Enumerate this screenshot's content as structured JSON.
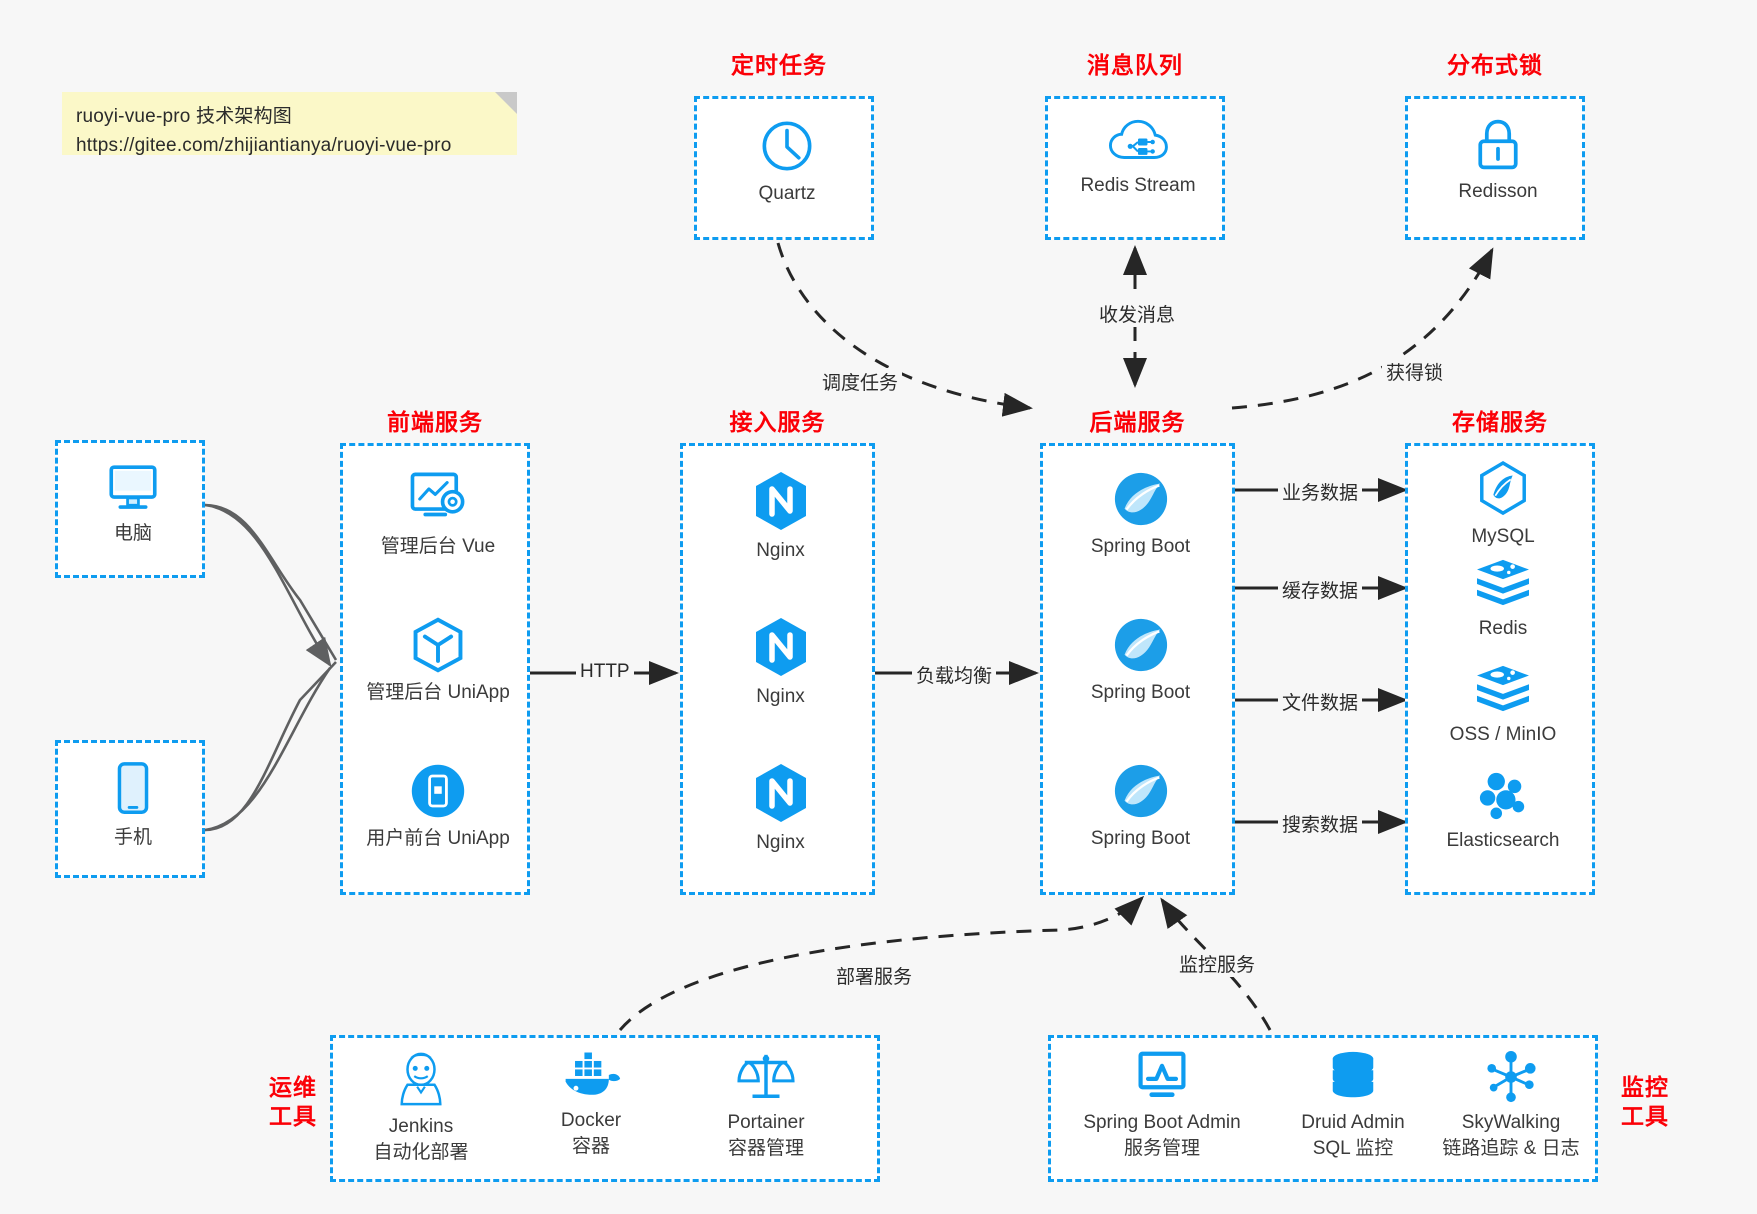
{
  "note": {
    "line1": "ruoyi-vue-pro 技术架构图",
    "line2": "https://gitee.com/zhijiantianya/ruoyi-vue-pro"
  },
  "colors": {
    "accent_blue": "#0e9cf0",
    "caption_red": "#fb0007",
    "note_yellow": "#fbf8c8",
    "background": "#f7f7f7",
    "edge_dark": "#3b3b3b"
  },
  "captions": {
    "scheduler": "定时任务",
    "message_queue": "消息队列",
    "distributed_lock": "分布式锁",
    "frontend": "前端服务",
    "gateway": "接入服务",
    "backend": "后端服务",
    "storage": "存储服务",
    "devops_line1": "运维",
    "devops_line2": "工具",
    "monitor_line1": "监控",
    "monitor_line2": "工具"
  },
  "clients": [
    {
      "label": "电脑",
      "icon": "desktop-icon"
    },
    {
      "label": "手机",
      "icon": "mobile-icon"
    }
  ],
  "scheduler": {
    "nodes": [
      {
        "label": "Quartz",
        "icon": "clock-icon"
      }
    ]
  },
  "message_queue": {
    "nodes": [
      {
        "label": "Redis Stream",
        "icon": "cloud-stream-icon"
      }
    ]
  },
  "distributed_lock": {
    "nodes": [
      {
        "label": "Redisson",
        "icon": "lock-icon"
      }
    ]
  },
  "frontend": {
    "nodes": [
      {
        "label": "管理后台 Vue",
        "icon": "dashboard-icon"
      },
      {
        "label": "管理后台 UniApp",
        "icon": "cube-icon"
      },
      {
        "label": "用户前台 UniApp",
        "icon": "phone-app-icon"
      }
    ]
  },
  "gateway": {
    "nodes": [
      {
        "label": "Nginx",
        "icon": "nginx-icon"
      },
      {
        "label": "Nginx",
        "icon": "nginx-icon"
      },
      {
        "label": "Nginx",
        "icon": "nginx-icon"
      }
    ]
  },
  "backend": {
    "nodes": [
      {
        "label": "Spring Boot",
        "icon": "spring-icon"
      },
      {
        "label": "Spring Boot",
        "icon": "spring-icon"
      },
      {
        "label": "Spring Boot",
        "icon": "spring-icon"
      }
    ]
  },
  "storage": {
    "nodes": [
      {
        "label": "MySQL",
        "icon": "mysql-icon"
      },
      {
        "label": "Redis",
        "icon": "redis-icon"
      },
      {
        "label": "OSS / MinIO",
        "icon": "oss-icon"
      },
      {
        "label": "Elasticsearch",
        "icon": "elasticsearch-icon"
      }
    ]
  },
  "devops_tools": {
    "nodes": [
      {
        "name": "Jenkins",
        "desc": "自动化部署",
        "icon": "jenkins-icon"
      },
      {
        "name": "Docker",
        "desc": "容器",
        "icon": "docker-icon"
      },
      {
        "name": "Portainer",
        "desc": "容器管理",
        "icon": "scales-icon"
      }
    ]
  },
  "monitor_tools": {
    "nodes": [
      {
        "name": "Spring Boot Admin",
        "desc": "服务管理",
        "icon": "monitor-chart-icon"
      },
      {
        "name": "Druid Admin",
        "desc": "SQL 监控",
        "icon": "database-icon"
      },
      {
        "name": "SkyWalking",
        "desc": "链路追踪 & 日志",
        "icon": "skywalking-icon"
      }
    ]
  },
  "edges": {
    "http": "HTTP",
    "load_balance": "负载均衡",
    "schedule_task": "调度任务",
    "send_receive_message": "收发消息",
    "acquire_lock": "获得锁",
    "business_data": "业务数据",
    "cache_data": "缓存数据",
    "file_data": "文件数据",
    "search_data": "搜索数据",
    "deploy_service": "部署服务",
    "monitor_service": "监控服务"
  }
}
